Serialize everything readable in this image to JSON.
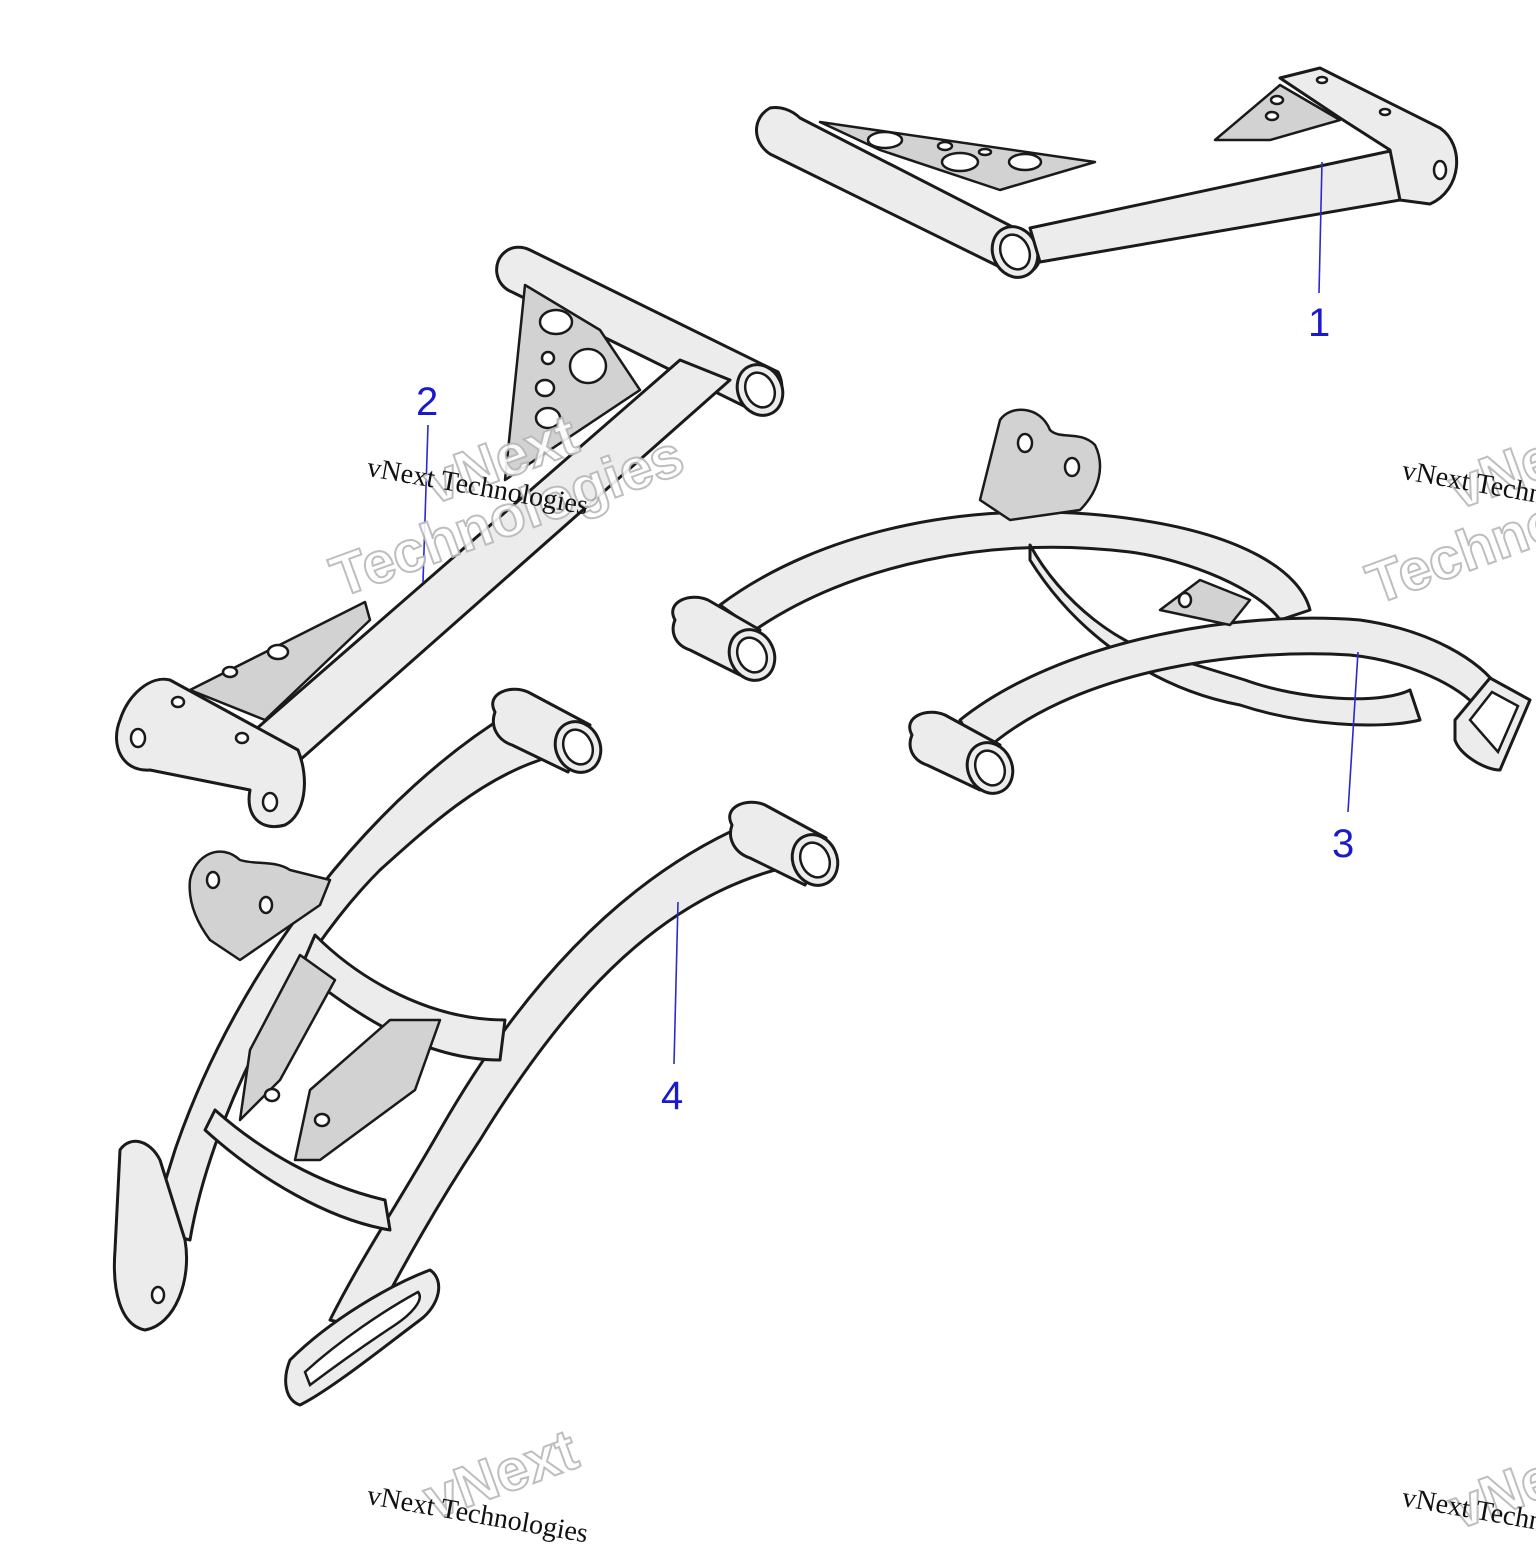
{
  "diagram": {
    "callouts": [
      {
        "id": "1",
        "label": "1"
      },
      {
        "id": "2",
        "label": "2"
      },
      {
        "id": "3",
        "label": "3"
      },
      {
        "id": "4",
        "label": "4"
      }
    ],
    "watermark": {
      "brand_line": "vNext Technologies",
      "big_word_1": "vNext",
      "big_word_2": "Technologies"
    },
    "colors": {
      "callout": "#1a1acc",
      "leader": "#2a2ad0",
      "part_fill": "#ececec",
      "outline": "#1a1a1a"
    }
  }
}
